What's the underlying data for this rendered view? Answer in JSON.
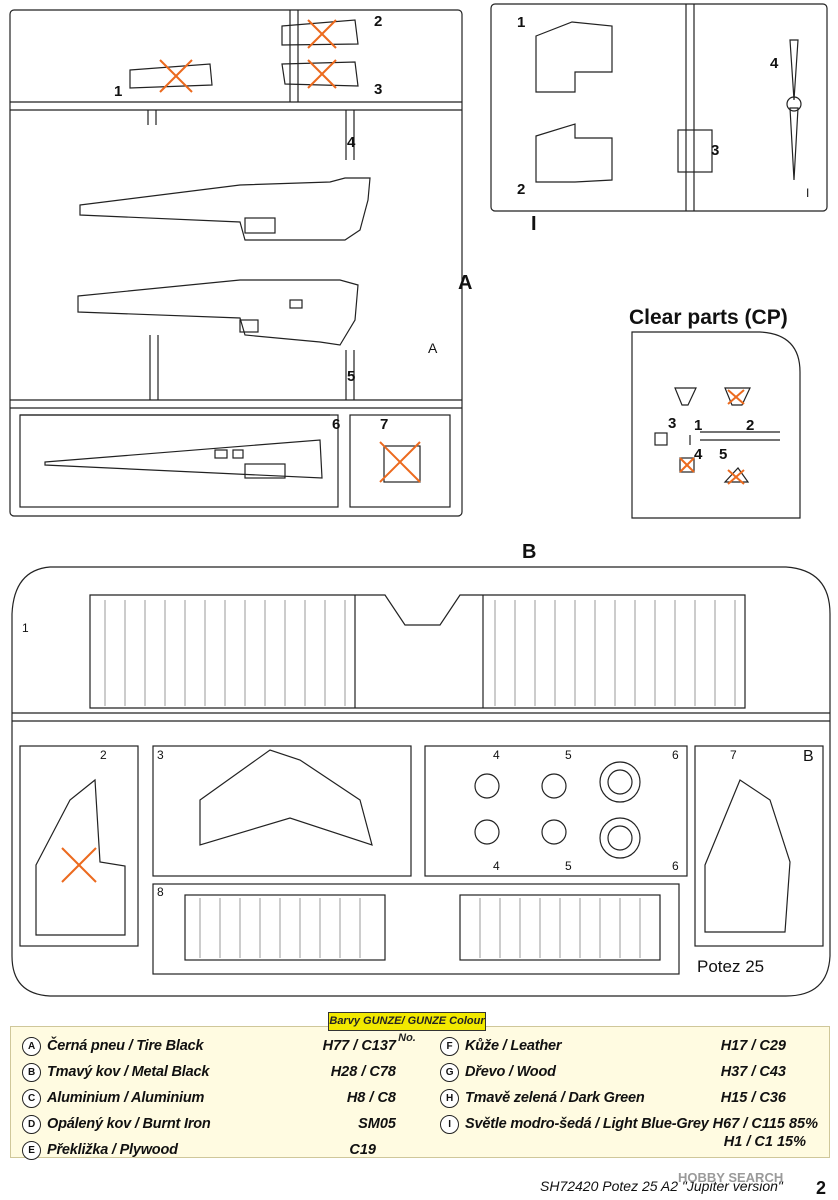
{
  "sprue_labels": {
    "A": "A",
    "B": "B",
    "I": "I",
    "I_tag": "I",
    "A_tag": "A",
    "B_tag": "B",
    "cp_title": "Clear parts (CP)"
  },
  "sprue_A_numbers": [
    "1",
    "2",
    "3",
    "4",
    "5",
    "6",
    "7"
  ],
  "sprue_I_numbers": [
    "1",
    "2",
    "3",
    "4"
  ],
  "cp_numbers": [
    "1",
    "2",
    "3",
    "4",
    "5"
  ],
  "sprue_B_numbers": [
    "1",
    "2",
    "3",
    "4",
    "5",
    "6",
    "7",
    "8",
    "4",
    "5",
    "6"
  ],
  "potez_tag": "Potez  25",
  "legend": {
    "title": "Barvy GUNZE/ GUNZE Colour No.",
    "left": [
      {
        "badge": "A",
        "name": "Černá pneu / Tire Black",
        "code": "H77 / C137"
      },
      {
        "badge": "B",
        "name": "Tmavý kov / Metal Black",
        "code": "H28 / C78"
      },
      {
        "badge": "C",
        "name": "Aluminium / Aluminium",
        "code": "H8 / C8"
      },
      {
        "badge": "D",
        "name": "Opálený kov / Burnt Iron",
        "code": "SM05"
      },
      {
        "badge": "E",
        "name": "Překližka / Plywood",
        "code": "C19"
      }
    ],
    "right": [
      {
        "badge": "F",
        "name": "Kůže / Leather",
        "code": "H17 / C29"
      },
      {
        "badge": "G",
        "name": "Dřevo / Wood",
        "code": "H37 / C43"
      },
      {
        "badge": "H",
        "name": "Tmavě zelená / Dark Green",
        "code": "H15 / C36"
      },
      {
        "badge": "I",
        "name": "Světle modro-šedá / Light Blue-Grey",
        "code": "H67 / C115 85%"
      },
      {
        "badge": "",
        "name": "",
        "code": "H1 / C1 15%"
      }
    ]
  },
  "footer": "SH72420 Potez 25 A2 \"Jupiter version\"",
  "page_number": "2",
  "watermark": "HOBBY SEARCH"
}
